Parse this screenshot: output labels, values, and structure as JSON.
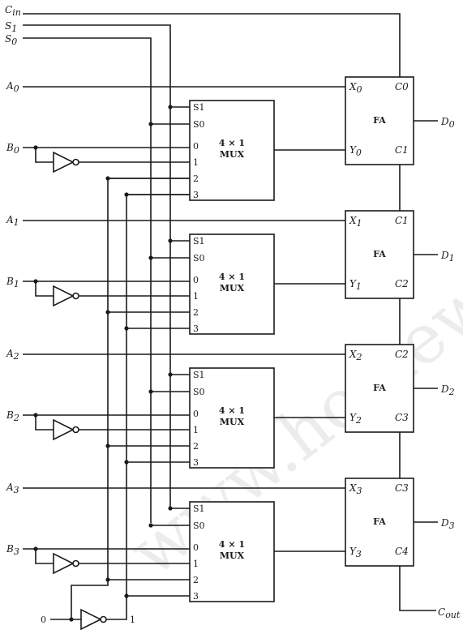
{
  "diagram": {
    "inputs": {
      "cin": "C",
      "cin_sub": "in",
      "s1": "S",
      "s1_sub": "1",
      "s0": "S",
      "s0_sub": "0",
      "zero": "0",
      "one": "1"
    },
    "output_cout": {
      "base": "C",
      "sub": "out"
    },
    "watermark": "www.homework.",
    "mux": {
      "title1": "4 × 1",
      "title2": "MUX",
      "pin_s1": "S1",
      "pin_s0": "S0",
      "pins": [
        "0",
        "1",
        "2",
        "3"
      ]
    },
    "fa": {
      "title": "FA"
    },
    "stages": [
      {
        "a": "A",
        "b": "B",
        "idx": "0",
        "x": "X",
        "y": "Y",
        "cin": "C0",
        "cout": "C1",
        "d": "D",
        "d_idx": "0"
      },
      {
        "a": "A",
        "b": "B",
        "idx": "1",
        "x": "X",
        "y": "Y",
        "cin": "C1",
        "cout": "C2",
        "d": "D",
        "d_idx": "1"
      },
      {
        "a": "A",
        "b": "B",
        "idx": "2",
        "x": "X",
        "y": "Y",
        "cin": "C2",
        "cout": "C3",
        "d": "D",
        "d_idx": "2"
      },
      {
        "a": "A",
        "b": "B",
        "idx": "3",
        "x": "X",
        "y": "Y",
        "cin": "C3",
        "cout": "C4",
        "d": "D",
        "d_idx": "3"
      }
    ]
  }
}
